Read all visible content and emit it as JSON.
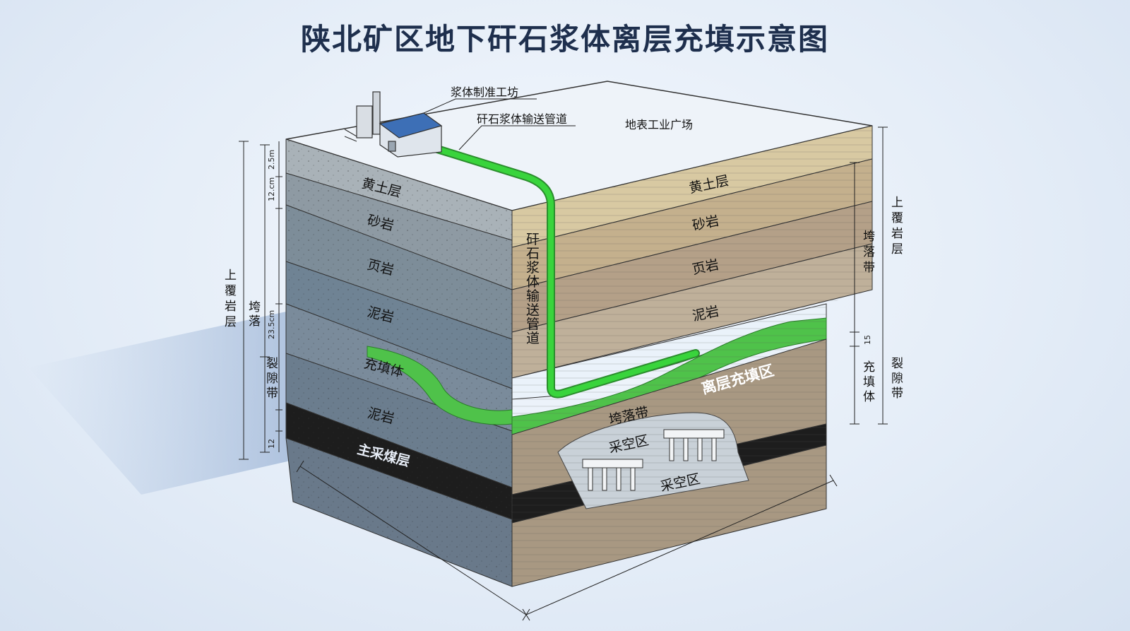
{
  "title": "陕北矿区地下矸石浆体离层充填示意图",
  "annotations": {
    "plant": "浆体制准工坊",
    "pipeline": "矸石浆体输送管道",
    "surface": "地表工业广场"
  },
  "left_face_layers": [
    "黄土层",
    "砂岩",
    "页岩",
    "泥岩",
    "充填体",
    "泥岩",
    "主采煤层"
  ],
  "right_face_layers": [
    "黄土层",
    "砂岩",
    "页岩",
    "泥岩"
  ],
  "front_labels": {
    "vertical_pipe": "矸石浆体输送管道",
    "separation_zone": "离层充填区",
    "caving_zone": "垮落带",
    "goaf_1": "采空区",
    "goaf_2": "采空区"
  },
  "left_side": {
    "overburden": "上覆岩层",
    "caving": "垮落",
    "fracture": "裂隙带",
    "dim_1": "2.5m",
    "dim_2": "12.cm",
    "dim_3": "23.5cm",
    "dim_4": "12"
  },
  "right_side": {
    "overburden": "上覆岩层",
    "caving": "垮落带",
    "fill": "充填体",
    "fracture": "裂隙带",
    "dim": "15"
  },
  "colors": {
    "pipe": "#39d43c",
    "fill": "#4fc24a",
    "coal": "#1d1d1d",
    "loess": "#d8c9a2",
    "title": "#1e2f4d"
  }
}
